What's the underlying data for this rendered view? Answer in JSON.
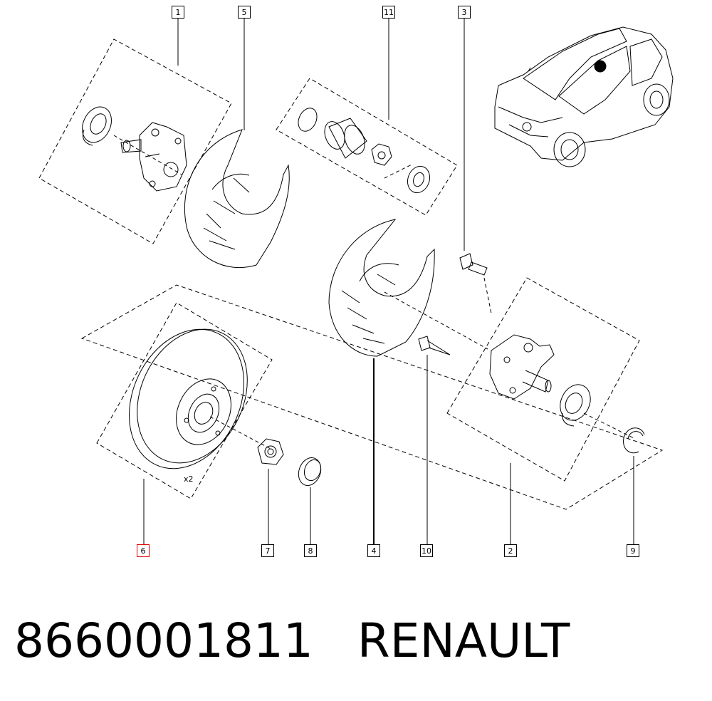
{
  "callouts": {
    "c1": "1",
    "c5": "5",
    "c11": "11",
    "c3": "3",
    "c6": "6",
    "c7": "7",
    "c8": "8",
    "c4": "4",
    "c10": "10",
    "c2": "2",
    "c9": "9"
  },
  "annotations": {
    "qty_disc": "x2"
  },
  "footer": {
    "part_number": "8660001811",
    "brand": "RENAULT"
  },
  "colors": {
    "line": "#000000",
    "highlight": "#e00000"
  }
}
